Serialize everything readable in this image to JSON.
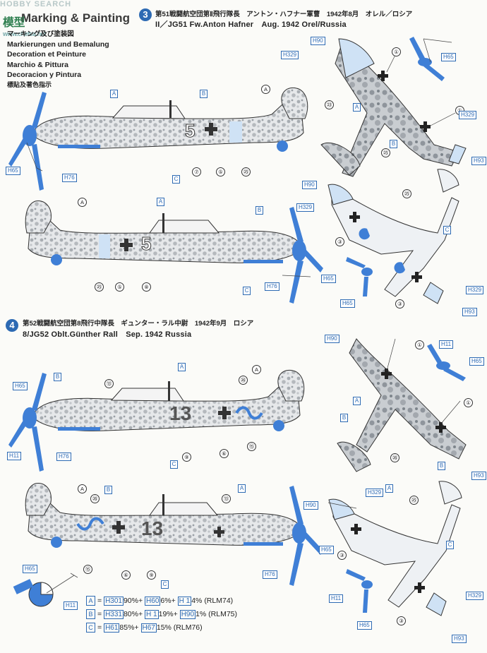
{
  "brand": {
    "watermark": "HOBBY SEARCH",
    "title": "Marking & Painting",
    "logo_text": "模型",
    "logo_sub": "www.chetea.net"
  },
  "header_lines": [
    "マーキング及び塗装図",
    "Markierungen und Bemalung",
    "Decoration et Peinture",
    "Marchio & Pittura",
    "Decoracion y Pintura",
    "標貼及著色指示"
  ],
  "scheme3": {
    "number": "3",
    "jp": "第51戦闘航空団第Ⅱ飛行隊長　アントン・ハフナー軍曹　1942年8月　オレル／ロシア",
    "en": "II／JG51 Fw.Anton Hafner　Aug. 1942 Orel/Russia",
    "fuselage_code": "5"
  },
  "scheme4": {
    "number": "4",
    "jp": "第52戦闘航空団第8飛行中隊長　ギュンター・ラル中尉　1942年9月　ロシア",
    "en": "8/JG52 Oblt.Günther Rall　Sep. 1942 Russia",
    "fuselage_code": "13"
  },
  "tags": {
    "h329": "H329",
    "h90": "H90",
    "h65": "H65",
    "h76": "H76",
    "h11": "H11",
    "h93": "H93"
  },
  "letters": {
    "a": "A",
    "b": "B",
    "c": "C"
  },
  "refs": {
    "r1": "①",
    "r3": "③",
    "r5": "⑤",
    "r6": "⑥",
    "r7": "⑦",
    "r8": "⑧",
    "r9": "⑨",
    "r13": "⑬",
    "r15": "⑮",
    "r23": "㉓",
    "r25": "㉕",
    "r26": "㉖"
  },
  "legend": [
    {
      "letter": "A",
      "parts": [
        {
          "code": "H301",
          "pct": "90%+"
        },
        {
          "code": "H60",
          "pct": "6%+"
        },
        {
          "code": "H 1",
          "pct": "4%"
        }
      ],
      "name": "(RLM74)"
    },
    {
      "letter": "B",
      "parts": [
        {
          "code": "H331",
          "pct": "80%+"
        },
        {
          "code": "H 1",
          "pct": "19%+"
        },
        {
          "code": "H90",
          "pct": "1%"
        }
      ],
      "name": "(RLM75)"
    },
    {
      "letter": "C",
      "parts": [
        {
          "code": "H61",
          "pct": "85%+"
        },
        {
          "code": "H67",
          "pct": "15%"
        }
      ],
      "name": "(RLM76)"
    }
  ],
  "colors": {
    "accent": "#2d6ab3",
    "light_blue": "#cfe2f5",
    "prop_blue": "#3f7fd6",
    "camo": "#bfc3c6"
  }
}
